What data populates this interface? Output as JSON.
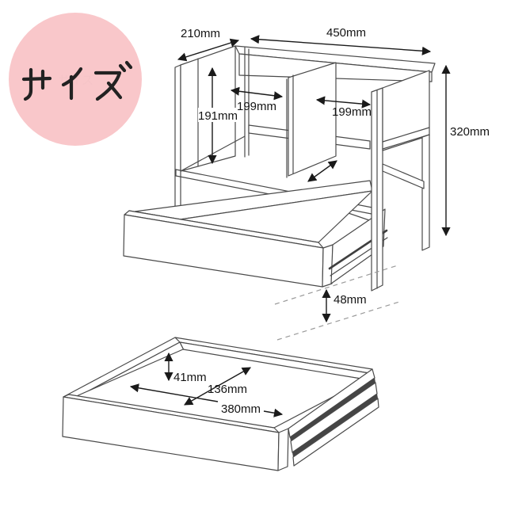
{
  "badge": {
    "label": "サイズ",
    "bg_color": "#f9c7ca",
    "text_color": "#222222"
  },
  "colors": {
    "background": "#ffffff",
    "structure_line": "#4a4a4a",
    "dimension_line": "#1a1a1a",
    "dashed_line": "#9a9a9a"
  },
  "unit_diagram": {
    "title": "desk shelf unit with pull-out drawer",
    "dimensions": {
      "top_depth": "210mm",
      "top_width": "450mm",
      "left_compartment_width": "199mm",
      "right_compartment_width": "199mm",
      "compartment_height": "191mm",
      "overall_height": "320mm",
      "drawer_ground_clearance": "48mm"
    }
  },
  "drawer_diagram": {
    "title": "drawer inner dimensions",
    "dimensions": {
      "inner_height": "41mm",
      "inner_depth": "136mm",
      "inner_width": "380mm"
    }
  }
}
